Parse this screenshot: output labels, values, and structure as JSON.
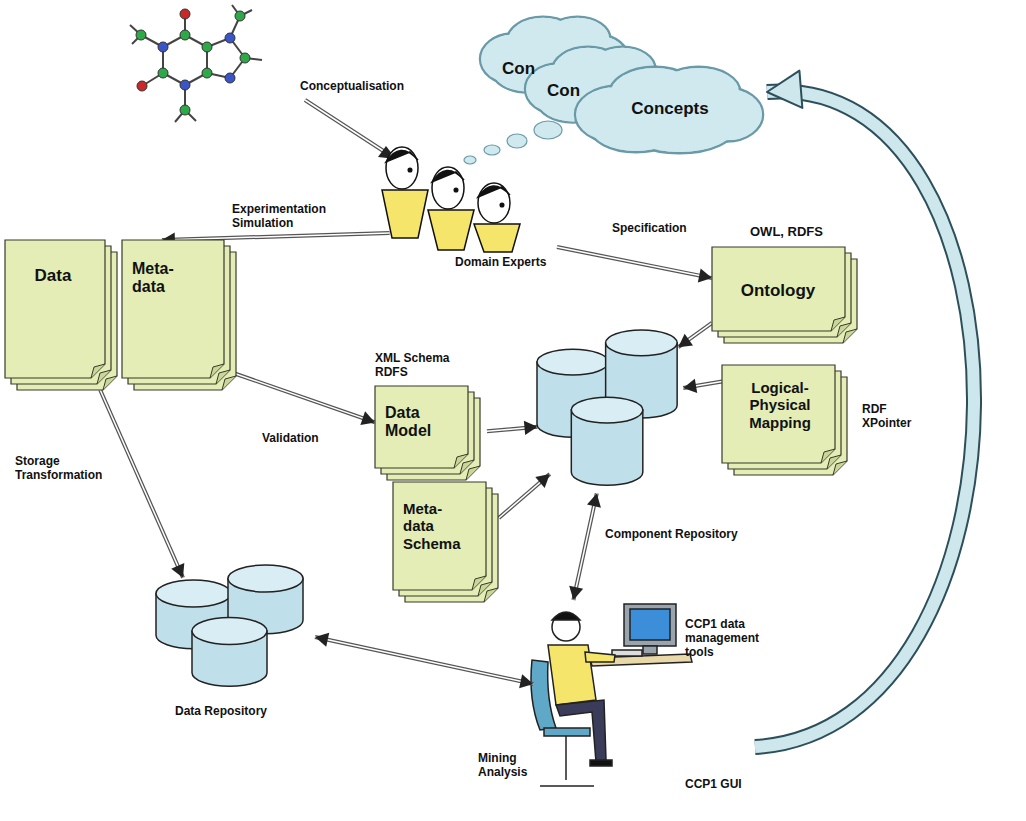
{
  "diagram": {
    "nodes": [
      {
        "text": [
          "Con"
        ]
      },
      {
        "text": [
          "Con"
        ]
      },
      {
        "text": [
          "Concepts"
        ]
      },
      {
        "text": [
          "Domain Experts"
        ]
      },
      {
        "text": [
          "Data"
        ]
      },
      {
        "text": [
          "Meta- data"
        ]
      },
      {
        "text": [
          "OWL, RDFS",
          "Ontology"
        ]
      },
      {
        "text": [
          "XML Schema RDFS",
          "Data Model"
        ]
      },
      {
        "text": [
          "Component Repository"
        ]
      },
      {
        "text": [
          "Logical- Physical Mapping",
          "RDF XPointer"
        ]
      },
      {
        "text": [
          "Meta- data Schema"
        ]
      },
      {
        "text": [
          "Data Repository"
        ]
      },
      {
        "text": [
          "CCP1 data management tools",
          "CCP1 GUI"
        ]
      }
    ],
    "edges": [
      {
        "from": 3,
        "to": 5,
        "arrow": "to",
        "label": "Experimentation Simulation"
      },
      {
        "from": 3,
        "to": 6,
        "arrow": "to",
        "label": "Specification"
      },
      {
        "from": 4,
        "to": 11,
        "arrow": "to",
        "label": "Storage Transformation"
      },
      {
        "from": 5,
        "to": 7,
        "arrow": "to",
        "label": "Validation"
      },
      {
        "from": 7,
        "to": 8,
        "arrow": "to"
      },
      {
        "from": 10,
        "to": 8,
        "arrow": "to"
      },
      {
        "from": 6,
        "to": 8,
        "arrow": "to"
      },
      {
        "from": 9,
        "to": 8,
        "arrow": "to"
      },
      {
        "from": 8,
        "to": 12,
        "arrow": "both",
        "label": "Mining Analysis"
      },
      {
        "from": 11,
        "to": 12,
        "arrow": "both"
      },
      {
        "from": 12,
        "to": 2,
        "arrow": "to"
      }
    ],
    "labels": [
      "Conceptualisation"
    ]
  }
}
